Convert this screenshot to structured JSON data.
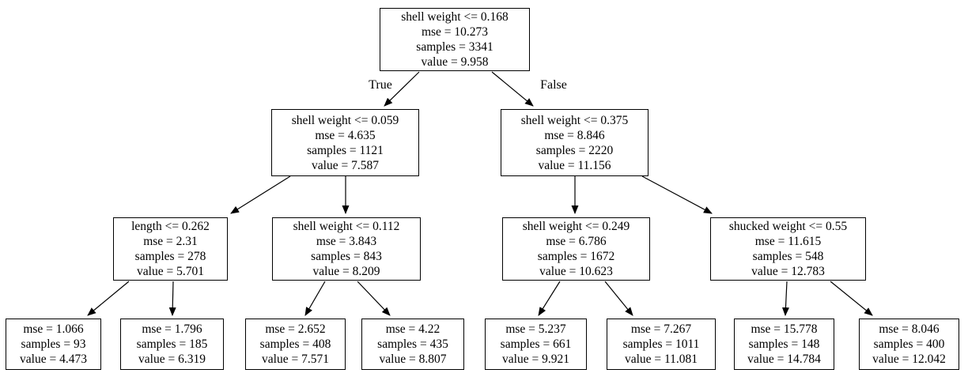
{
  "diagram": {
    "type": "decision-tree-regression",
    "colors": {
      "background": "#ffffff",
      "node_fill": "#ffffff",
      "node_border": "#000000",
      "edge": "#000000",
      "text": "#000000"
    },
    "edge_labels": {
      "true": "True",
      "false": "False"
    },
    "nodes": {
      "root": {
        "condition": "shell weight <= 0.168",
        "mse": "mse = 10.273",
        "samples": "samples = 3341",
        "value": "value = 9.958"
      },
      "left": {
        "condition": "shell weight <= 0.059",
        "mse": "mse = 4.635",
        "samples": "samples = 1121",
        "value": "value = 7.587"
      },
      "right": {
        "condition": "shell weight <= 0.375",
        "mse": "mse = 8.846",
        "samples": "samples = 2220",
        "value": "value = 11.156"
      },
      "left_left": {
        "condition": "length <= 0.262",
        "mse": "mse = 2.31",
        "samples": "samples = 278",
        "value": "value = 5.701"
      },
      "left_right": {
        "condition": "shell weight <= 0.112",
        "mse": "mse = 3.843",
        "samples": "samples = 843",
        "value": "value = 8.209"
      },
      "right_left": {
        "condition": "shell weight <= 0.249",
        "mse": "mse = 6.786",
        "samples": "samples = 1672",
        "value": "value = 10.623"
      },
      "right_right": {
        "condition": "shucked weight <= 0.55",
        "mse": "mse = 11.615",
        "samples": "samples = 548",
        "value": "value = 12.783"
      },
      "leaf1": {
        "mse": "mse = 1.066",
        "samples": "samples = 93",
        "value": "value = 4.473"
      },
      "leaf2": {
        "mse": "mse = 1.796",
        "samples": "samples = 185",
        "value": "value = 6.319"
      },
      "leaf3": {
        "mse": "mse = 2.652",
        "samples": "samples = 408",
        "value": "value = 7.571"
      },
      "leaf4": {
        "mse": "mse = 4.22",
        "samples": "samples = 435",
        "value": "value = 8.807"
      },
      "leaf5": {
        "mse": "mse = 5.237",
        "samples": "samples = 661",
        "value": "value = 9.921"
      },
      "leaf6": {
        "mse": "mse = 7.267",
        "samples": "samples = 1011",
        "value": "value = 11.081"
      },
      "leaf7": {
        "mse": "mse = 15.778",
        "samples": "samples = 148",
        "value": "value = 14.784"
      },
      "leaf8": {
        "mse": "mse = 8.046",
        "samples": "samples = 400",
        "value": "value = 12.042"
      }
    }
  }
}
